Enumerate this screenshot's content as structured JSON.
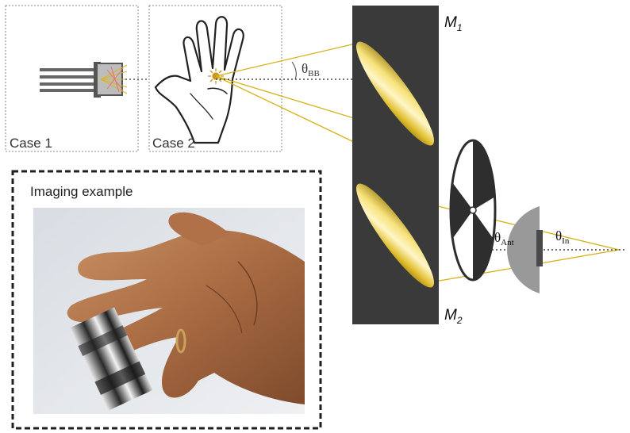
{
  "panels": {
    "case1": {
      "label": "Case 1"
    },
    "case2": {
      "label": "Case 2"
    },
    "imaging": {
      "label": "Imaging example"
    }
  },
  "mirrors": {
    "m1": {
      "letter": "M",
      "sub": "1"
    },
    "m2": {
      "letter": "M",
      "sub": "2"
    }
  },
  "angles": {
    "bb": {
      "theta": "θ",
      "sub": "BB"
    },
    "ant": {
      "theta": "θ",
      "sub": "Ant"
    },
    "in": {
      "theta": "θ",
      "sub": "In"
    }
  },
  "colors": {
    "beam": "#d4b21a",
    "mirror_block": "#3a3a3a",
    "chopper": "#2e2e2e",
    "lens": "#8a8a8a",
    "frame": "#888888",
    "dashed_frame": "#222222"
  },
  "icons": {
    "source": "sun-star-icon",
    "hand": "hand-outline-icon",
    "chopper": "chopper-wheel-icon",
    "fiber": "fiber-bundle-icon"
  }
}
